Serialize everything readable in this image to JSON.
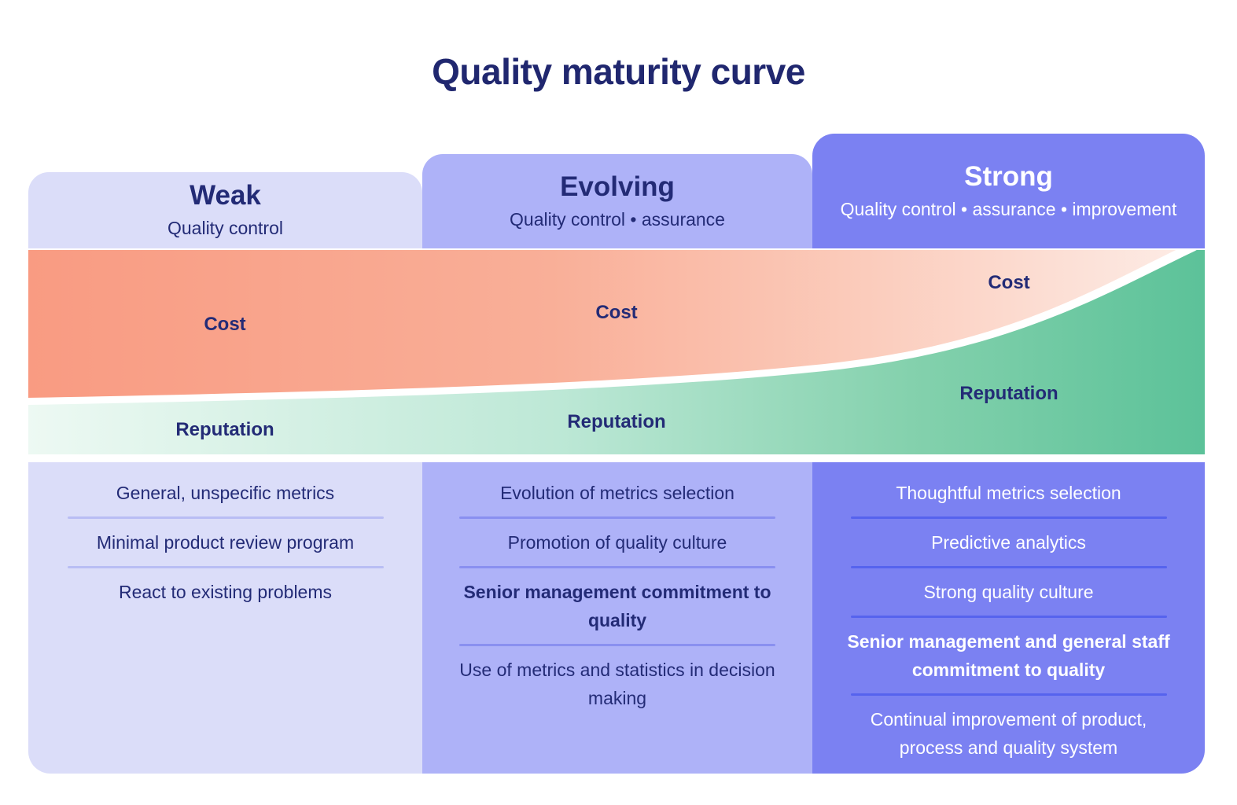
{
  "title": "Quality maturity curve",
  "colors": {
    "title_text": "#20276f",
    "navy_text": "#232b76",
    "weak_bg": "#dbddf9",
    "evolving_bg": "#aeb2f8",
    "strong_bg": "#7b81f2",
    "weak_divider": "#b9bdf4",
    "evolving_divider": "#8a90f0",
    "strong_divider": "#5663ee",
    "cost_gradient_left": "#f99b82",
    "cost_gradient_right": "#fdece6",
    "reputation_gradient_left": "#edf9f3",
    "reputation_gradient_right": "#5cc299",
    "strong_text": "#ffffff"
  },
  "columns": [
    {
      "id": "weak",
      "label": "Weak",
      "subtitle": "Quality control",
      "cost_label": "Cost",
      "reputation_label": "Reputation",
      "items": [
        {
          "text": "General, unspecific metrics",
          "bold": false
        },
        {
          "text": "Minimal product review program",
          "bold": false
        },
        {
          "text": "React to existing problems",
          "bold": false
        }
      ]
    },
    {
      "id": "evolving",
      "label": "Evolving",
      "subtitle": "Quality control • assurance",
      "cost_label": "Cost",
      "reputation_label": "Reputation",
      "items": [
        {
          "text": "Evolution of metrics selection",
          "bold": false
        },
        {
          "text": "Promotion of quality culture",
          "bold": false
        },
        {
          "text": "Senior management commitment to quality",
          "bold": true
        },
        {
          "text": "Use of metrics and statistics in decision making",
          "bold": false
        }
      ]
    },
    {
      "id": "strong",
      "label": "Strong",
      "subtitle": "Quality control • assurance • improvement",
      "cost_label": "Cost",
      "reputation_label": "Reputation",
      "items": [
        {
          "text": "Thoughtful metrics selection",
          "bold": false
        },
        {
          "text": "Predictive analytics",
          "bold": false
        },
        {
          "text": "Strong quality culture",
          "bold": false
        },
        {
          "text": "Senior management and general staff commitment to quality",
          "bold": true
        },
        {
          "text": "Continual improvement of product, process and quality system",
          "bold": false
        }
      ]
    }
  ]
}
